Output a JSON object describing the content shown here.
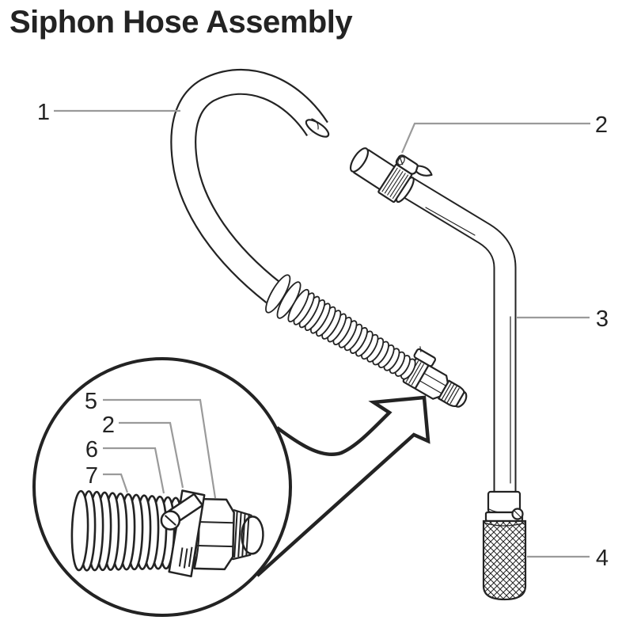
{
  "title": "Siphon Hose Assembly",
  "colors": {
    "ink": "#232323",
    "leader_line": "#9a9a9a",
    "background": "#ffffff"
  },
  "callouts": {
    "main": [
      "1",
      "2",
      "3",
      "4"
    ],
    "inset": [
      "5",
      "2",
      "6",
      "7"
    ]
  }
}
